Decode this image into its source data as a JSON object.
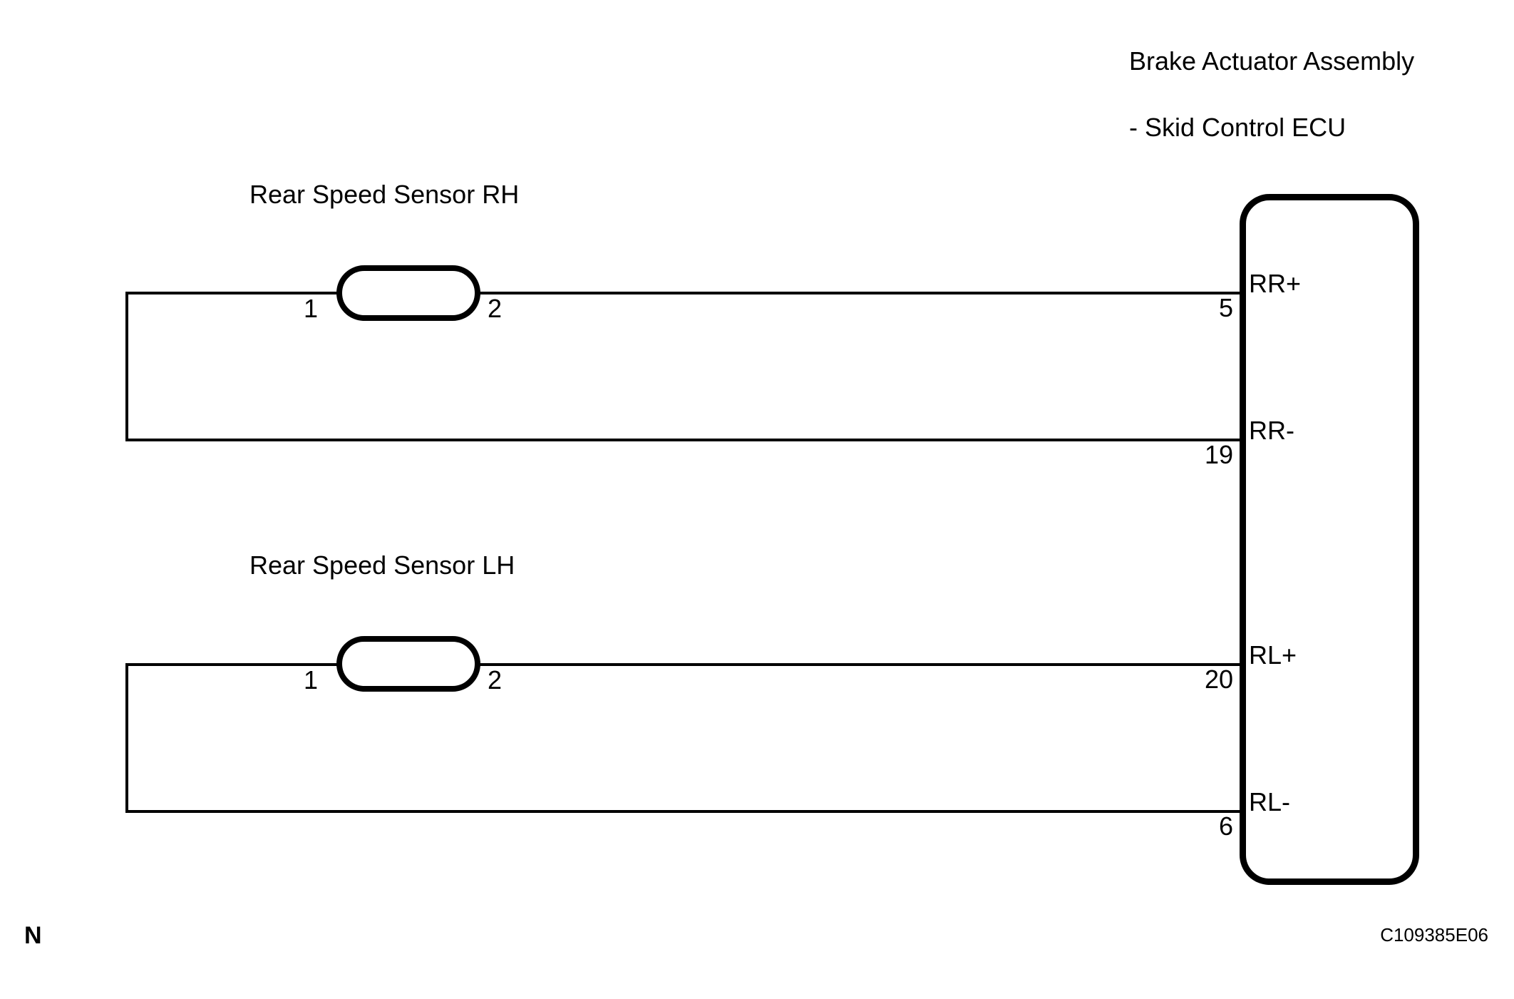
{
  "colors": {
    "ink": "#000000",
    "paper": "#ffffff"
  },
  "header": {
    "line1": "Brake Actuator Assembly",
    "line2": "- Skid Control ECU"
  },
  "sensors": [
    {
      "label": "Rear Speed Sensor RH",
      "pins": [
        "1",
        "2"
      ]
    },
    {
      "label": "Rear Speed Sensor LH",
      "pins": [
        "1",
        "2"
      ]
    }
  ],
  "ecu": {
    "pins": [
      {
        "number": "5",
        "label": "RR+"
      },
      {
        "number": "19",
        "label": "RR-"
      },
      {
        "number": "20",
        "label": "RL+"
      },
      {
        "number": "6",
        "label": "RL-"
      }
    ]
  },
  "footer": {
    "page_marker": "N",
    "figure_code": "C109385E06"
  }
}
